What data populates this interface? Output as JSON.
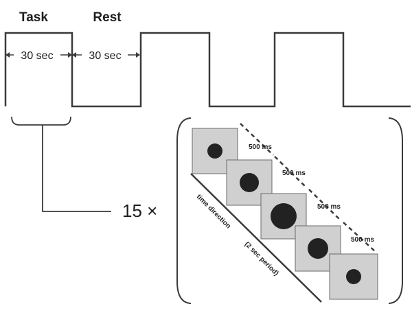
{
  "phases": {
    "task_label": "Task",
    "rest_label": "Rest",
    "task_duration": "30 sec",
    "rest_duration": "30 sec"
  },
  "repeat": {
    "count_label": "15 ×"
  },
  "stimulus": {
    "frame_count": 5,
    "interval_label": "500 ms",
    "time_axis_label": "time direction",
    "period_label": "(2 sec period)"
  },
  "colors": {
    "line": "#3a3a3a",
    "frame_fill": "#d0d0d0",
    "frame_stroke": "#6a6a6a",
    "dot": "#222222"
  }
}
